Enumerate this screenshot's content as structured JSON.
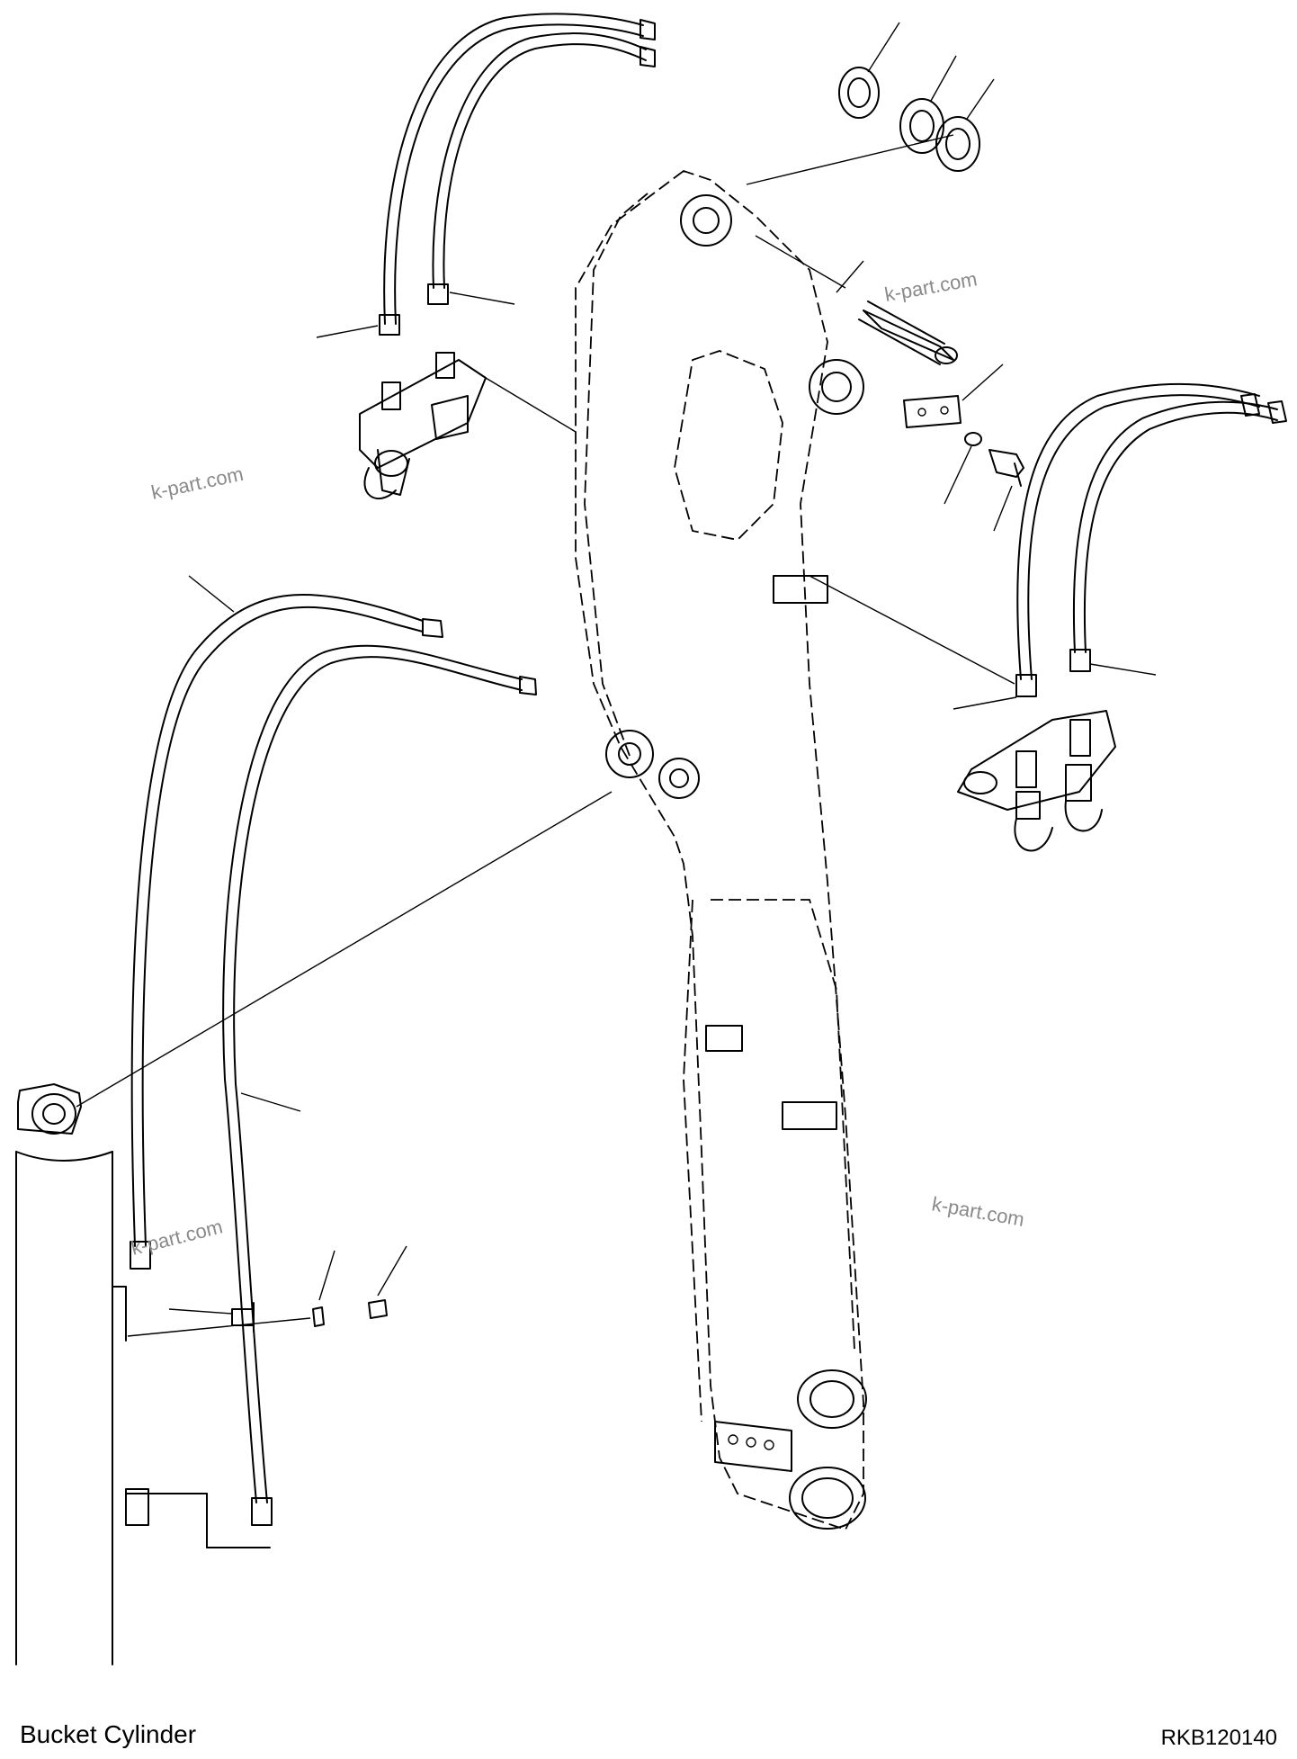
{
  "diagram": {
    "title": "Bucket Cylinder",
    "drawing_code": "RKB120140",
    "watermark": "k-part.com",
    "line_color": "#000000",
    "background": "#ffffff",
    "watermark_color": "#8a8a8a"
  }
}
